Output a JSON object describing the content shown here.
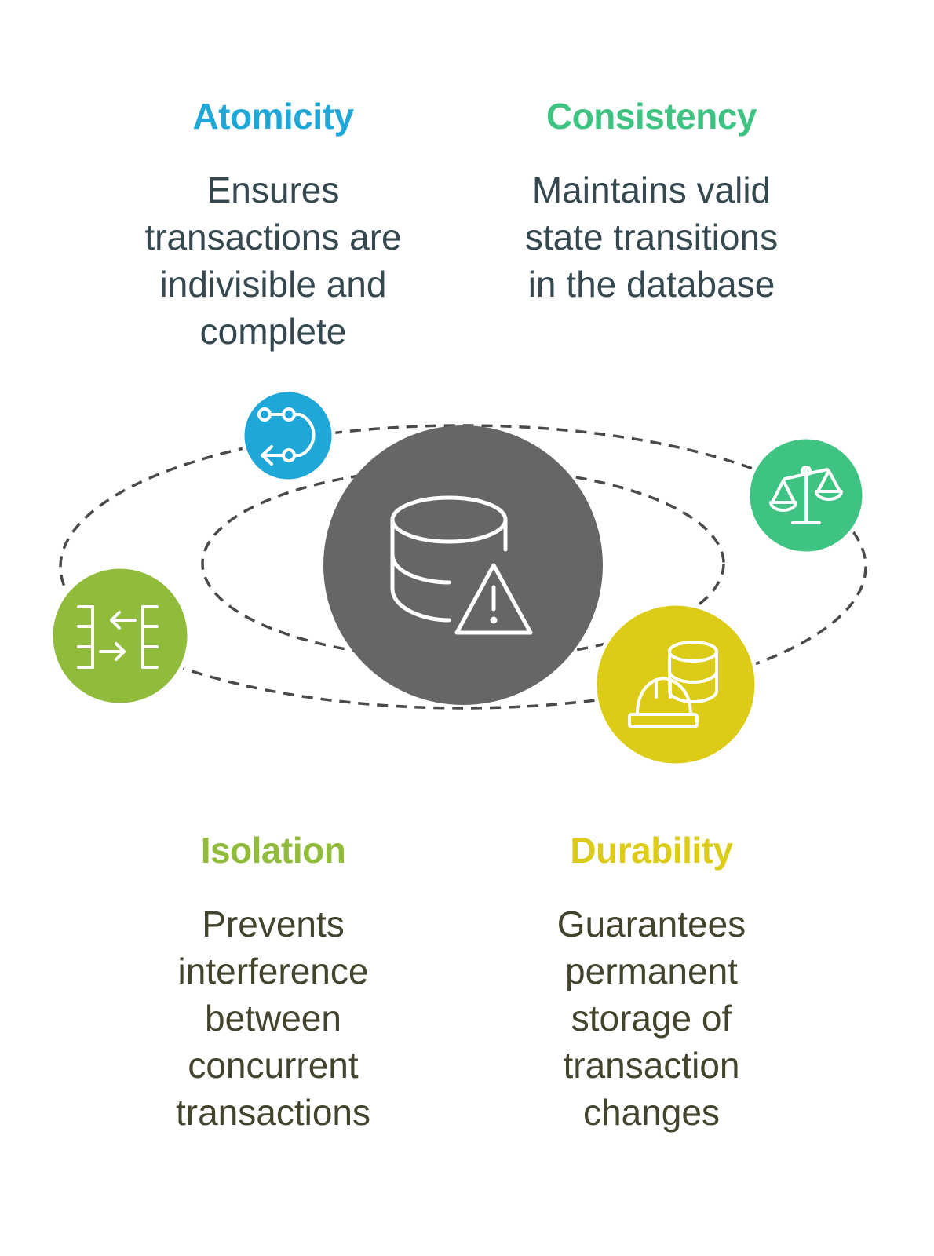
{
  "colors": {
    "atomicity": "#1fa7d8",
    "consistency": "#3ec383",
    "isolation": "#91bb3a",
    "durability": "#dccc17",
    "center": "#666666",
    "orbit": "#4a4a4a"
  },
  "icons": {
    "center": "database-warning-icon",
    "atomicity": "path-loop-icon",
    "consistency": "balance-scale-icon",
    "isolation": "table-exchange-icon",
    "durability": "database-hardhat-icon"
  },
  "atomicity": {
    "title": "Atomicity",
    "lines": [
      "Ensures",
      "transactions are",
      "indivisible and",
      "complete"
    ]
  },
  "consistency": {
    "title": "Consistency",
    "lines": [
      "Maintains valid",
      "state transitions",
      "in the database"
    ]
  },
  "isolation": {
    "title": "Isolation",
    "lines": [
      "Prevents",
      "interference",
      "between",
      "concurrent",
      "transactions"
    ]
  },
  "durability": {
    "title": "Durability",
    "lines": [
      "Guarantees",
      "permanent",
      "storage of",
      "transaction",
      "changes"
    ]
  }
}
